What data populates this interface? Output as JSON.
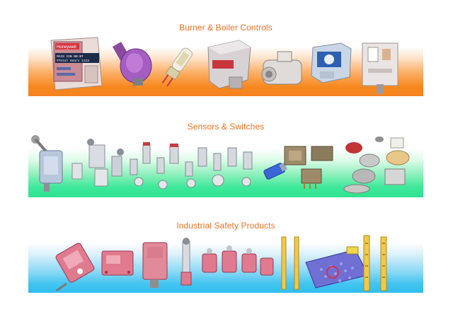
{
  "colors": {
    "title_text": "#f36f21",
    "burner_band": "#f58220",
    "sensors_band": "#2de38f",
    "safety_band": "#30bdee"
  },
  "banners": {
    "burner": {
      "title": "Burner & Boiler Controls"
    },
    "sensors": {
      "title": "Sensors & Switches"
    },
    "safety": {
      "title": "Industrial Safety Products"
    }
  },
  "product_labels": {
    "flame_controller_brand": "Honeywell",
    "flame_controller_display_line1": "MAIN IGN  BB:BT",
    "flame_controller_display_line2": "#Total Hours  1123"
  },
  "icons": {
    "burner": [
      "flame-controller-icon",
      "flame-scanner-icon",
      "uv-sensor-tube-icon",
      "gas-valve-icon",
      "gas-valve-body-icon",
      "pressure-switch-icon",
      "pressure-switch-open-icon"
    ],
    "sensors": [
      "limit-switch-icon",
      "miniature-switch-icon",
      "pressure-transducer-icon",
      "proximity-sensor-icon",
      "dip-switch-icon",
      "thermostat-disc-icon"
    ],
    "safety": [
      "rope-pull-switch-icon",
      "interlock-switch-icon",
      "safety-limit-switch-icon",
      "light-curtain-icon",
      "safety-mat-icon"
    ]
  }
}
